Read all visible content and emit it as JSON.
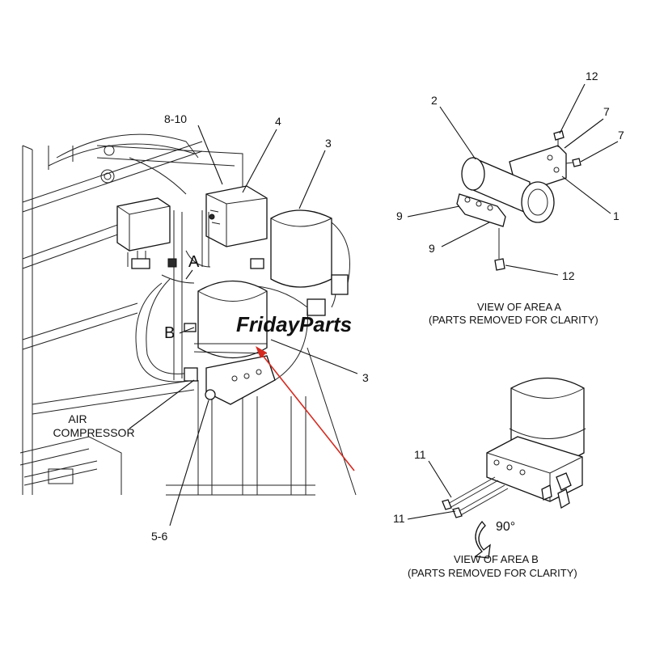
{
  "watermark": {
    "text": "FridayParts",
    "color": "#6f9fd8",
    "accent": "#f2a01c"
  },
  "labels": {
    "main_8_10": "8-10",
    "main_4": "4",
    "main_3_top": "3",
    "main_3_mid": "3",
    "main_a": "A",
    "main_b": "B",
    "air_compressor_line1": "AIR",
    "air_compressor_line2": "COMPRESSOR",
    "main_5_6": "5-6",
    "a_2": "2",
    "a_12_top": "12",
    "a_7_upper": "7",
    "a_7_lower": "7",
    "a_9_left": "9",
    "a_9_lower": "9",
    "a_1": "1",
    "a_12_bottom": "12",
    "b_11_upper": "11",
    "b_11_lower": "11",
    "b_rotation": "90°"
  },
  "captions": {
    "view_a_line1": "VIEW OF AREA A",
    "view_a_line2": "(PARTS REMOVED FOR CLARITY)",
    "view_b_line1": "VIEW OF AREA B",
    "view_b_line2": "(PARTS REMOVED FOR CLARITY)"
  },
  "colors": {
    "pointer_arrow": "#d42a1f",
    "line": "#111111"
  }
}
